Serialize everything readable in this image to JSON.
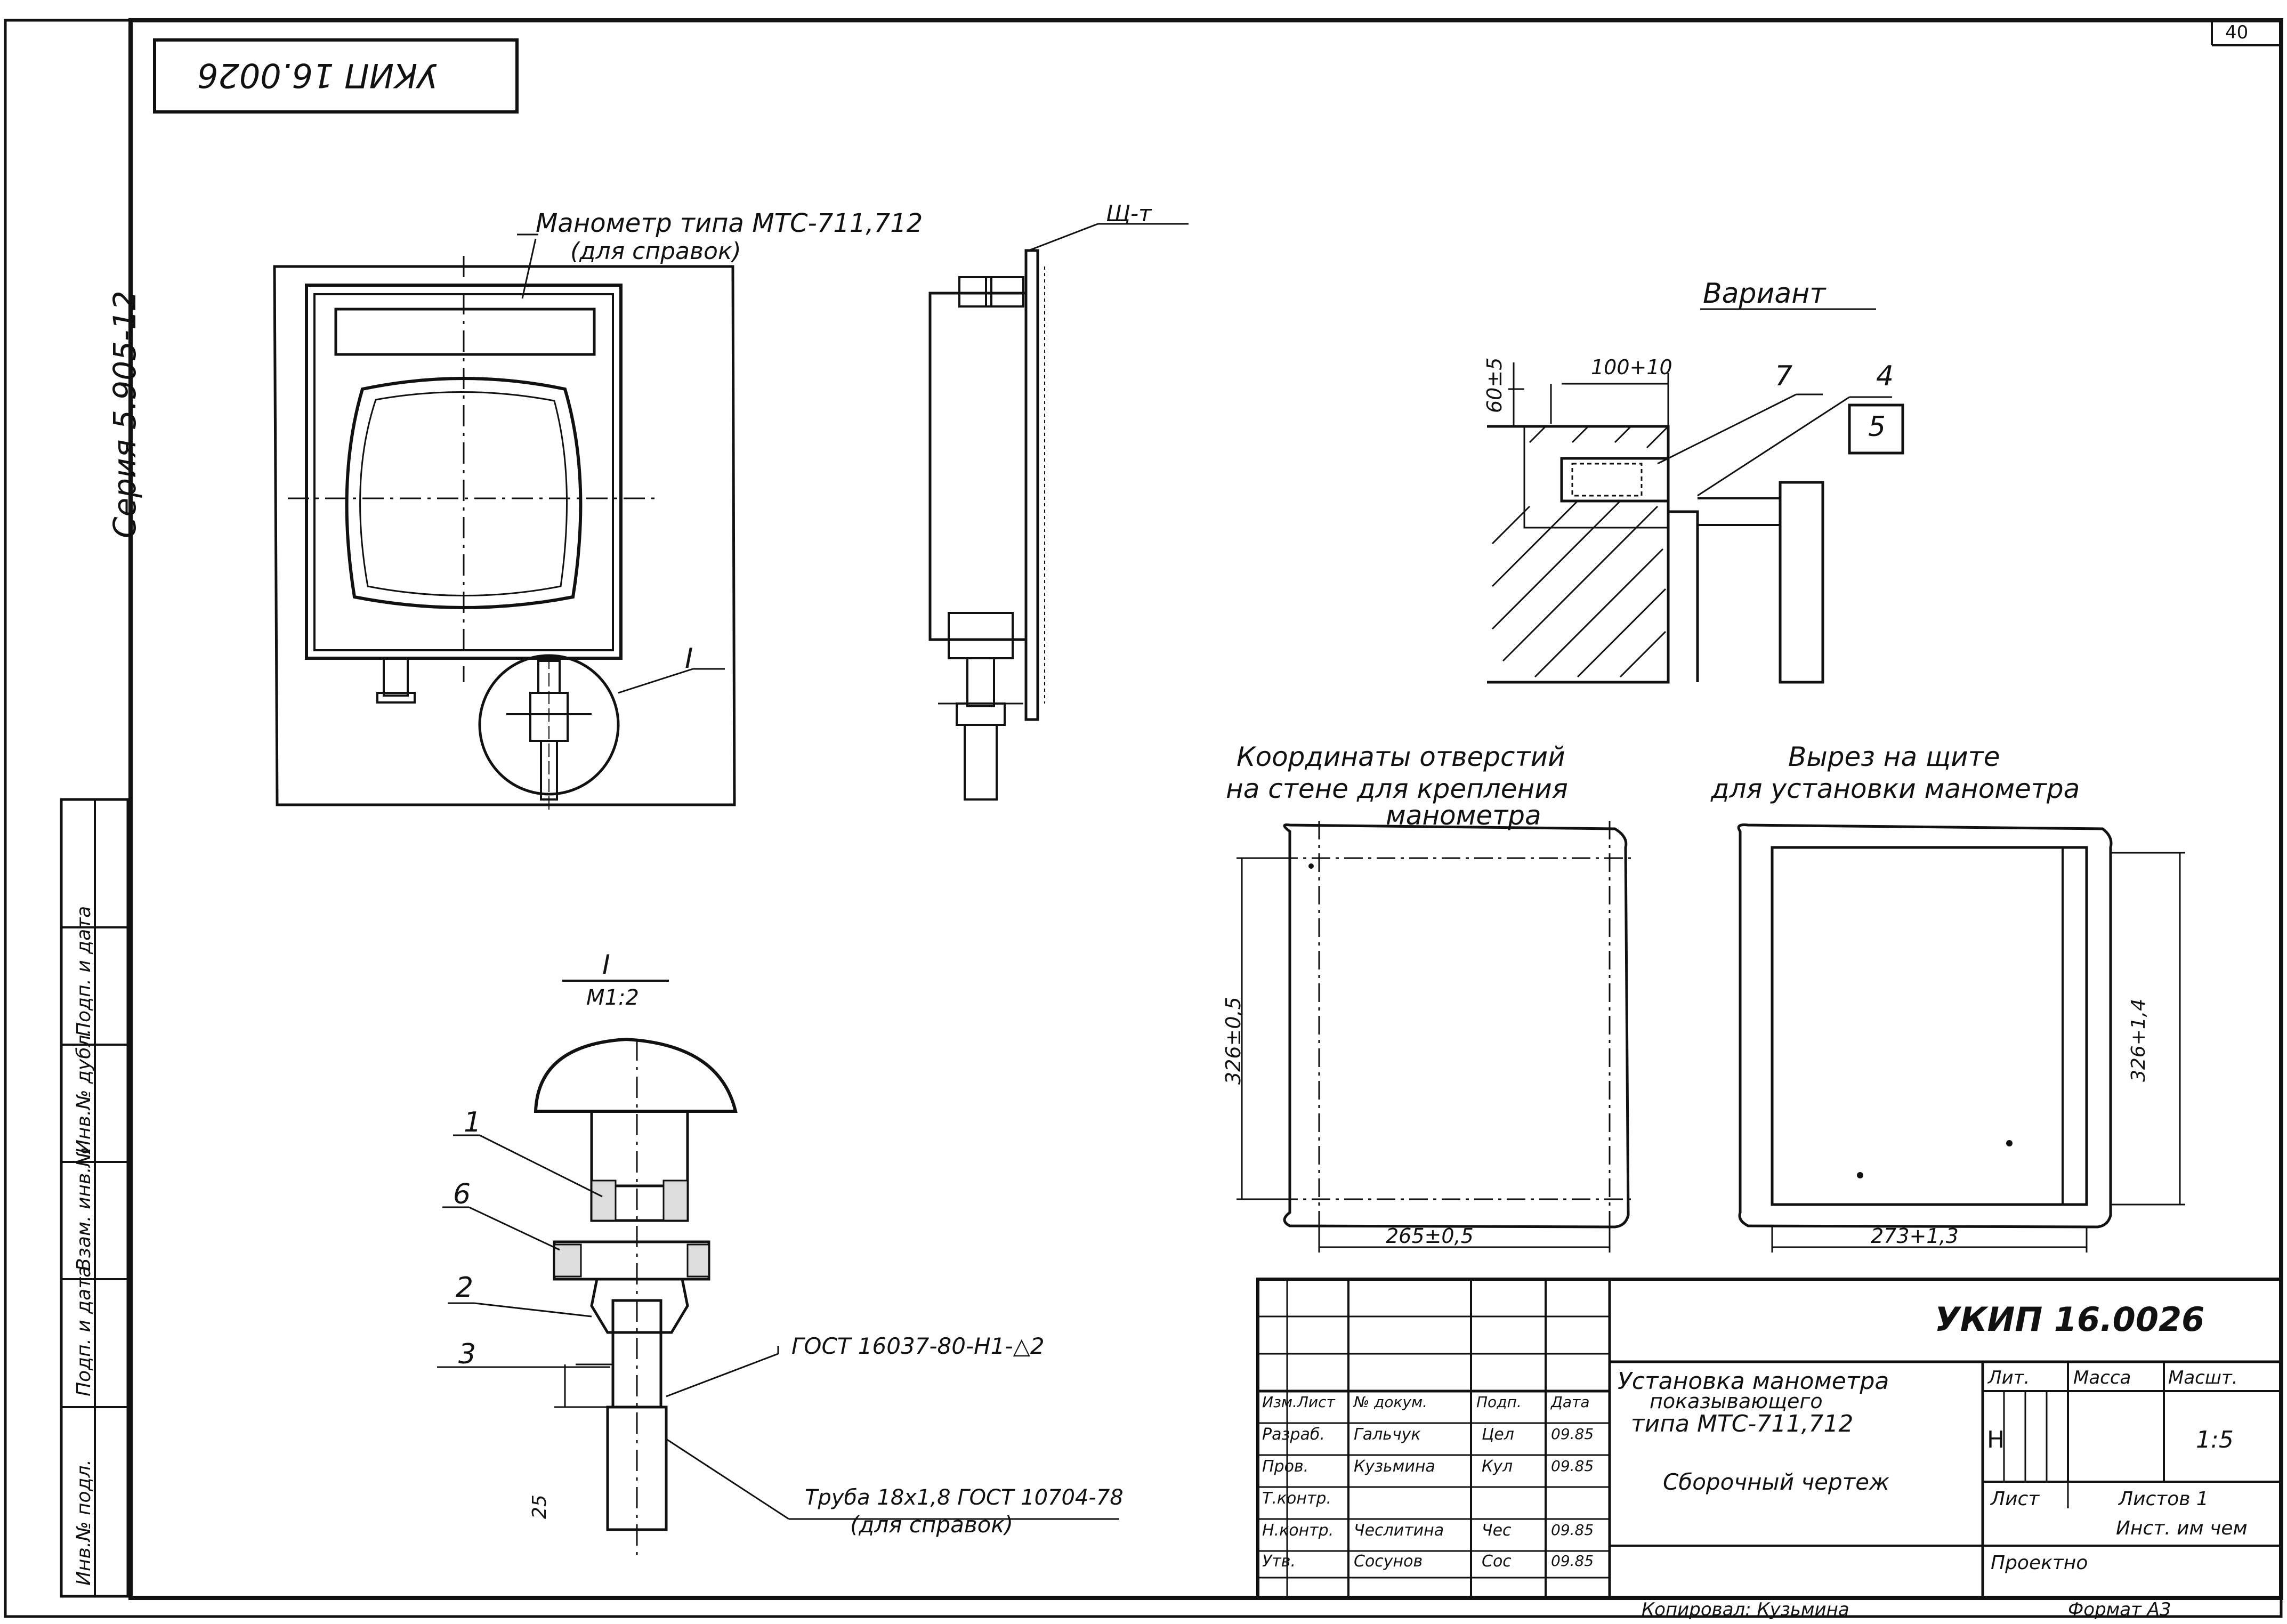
{
  "sheet": {
    "page_number": "40",
    "top_stamp": "УКИП 16.0026",
    "series_label": "Серия 5.905-12",
    "footer_copied": "Копировал: Кузьмина",
    "footer_format": "Формат А3"
  },
  "left_stamp": {
    "labels": [
      "Инв.№ подл.",
      "Подп. и дата",
      "Взам. инв.№",
      "Инв.№ дубл.",
      "Подп. и дата"
    ]
  },
  "main_view": {
    "callout": "Манометр типа МТС-711,712",
    "callout_sub": "(для справок)",
    "detail_marker": "I"
  },
  "side_view": {
    "section_label": "Щ-т"
  },
  "variant": {
    "title": "Вариант",
    "dim_vertical": "60±5",
    "dim_horizontal": "100+10",
    "pos_7": "7",
    "pos_4": "4",
    "pos_5": "5"
  },
  "coordinates": {
    "title_line1": "Координаты отверстий",
    "title_line2": "на стене для крепления",
    "title_line3": "манометра",
    "dim_height": "326±0,5",
    "dim_width": "265±0,5"
  },
  "cutout": {
    "title_line1": "Вырез на щите",
    "title_line2": "для установки манометра",
    "dim_height": "326+1,4",
    "dim_width": "273+1,3"
  },
  "detail": {
    "title": "I",
    "scale": "М1:2",
    "pos_1": "1",
    "pos_6": "6",
    "pos_2": "2",
    "pos_3": "3",
    "weld_note": "ГОСТ 16037-80-Н1-△2",
    "pipe_note": "Труба 18х1,8 ГОСТ 10704-78",
    "pipe_sub": "(для справок)",
    "dim_small": "25"
  },
  "title_block": {
    "doc_code": "УКИП 16.0026",
    "title_line1": "Установка манометра",
    "title_line2": "показывающего",
    "title_line3": "типа МТС-711,712",
    "doc_type": "Сборочный чертеж",
    "col_lit": "Лит.",
    "col_mass": "Масса",
    "col_scale": "Масшт.",
    "lit_value": "Н",
    "scale_value": "1:5",
    "sheet_label": "Лист",
    "sheets_label": "Листов 1",
    "org_line1": "Инст. им чем",
    "org_line2": "Проектно",
    "rows": [
      {
        "role": "Изм.Лист",
        "name": "№ докум.",
        "sign": "Подп.",
        "date": "Дата"
      },
      {
        "role": "Разраб.",
        "name": "Гальчук",
        "sign": "Цел",
        "date": "09.85"
      },
      {
        "role": "Пров.",
        "name": "Кузьмина",
        "sign": "Кул",
        "date": "09.85"
      },
      {
        "role": "Т.контр.",
        "name": "",
        "sign": "",
        "date": ""
      },
      {
        "role": "Н.контр.",
        "name": "Чеслитина",
        "sign": "Чес",
        "date": "09.85"
      },
      {
        "role": "Утв.",
        "name": "Сосунов",
        "sign": "Сос",
        "date": "09.85"
      }
    ]
  }
}
